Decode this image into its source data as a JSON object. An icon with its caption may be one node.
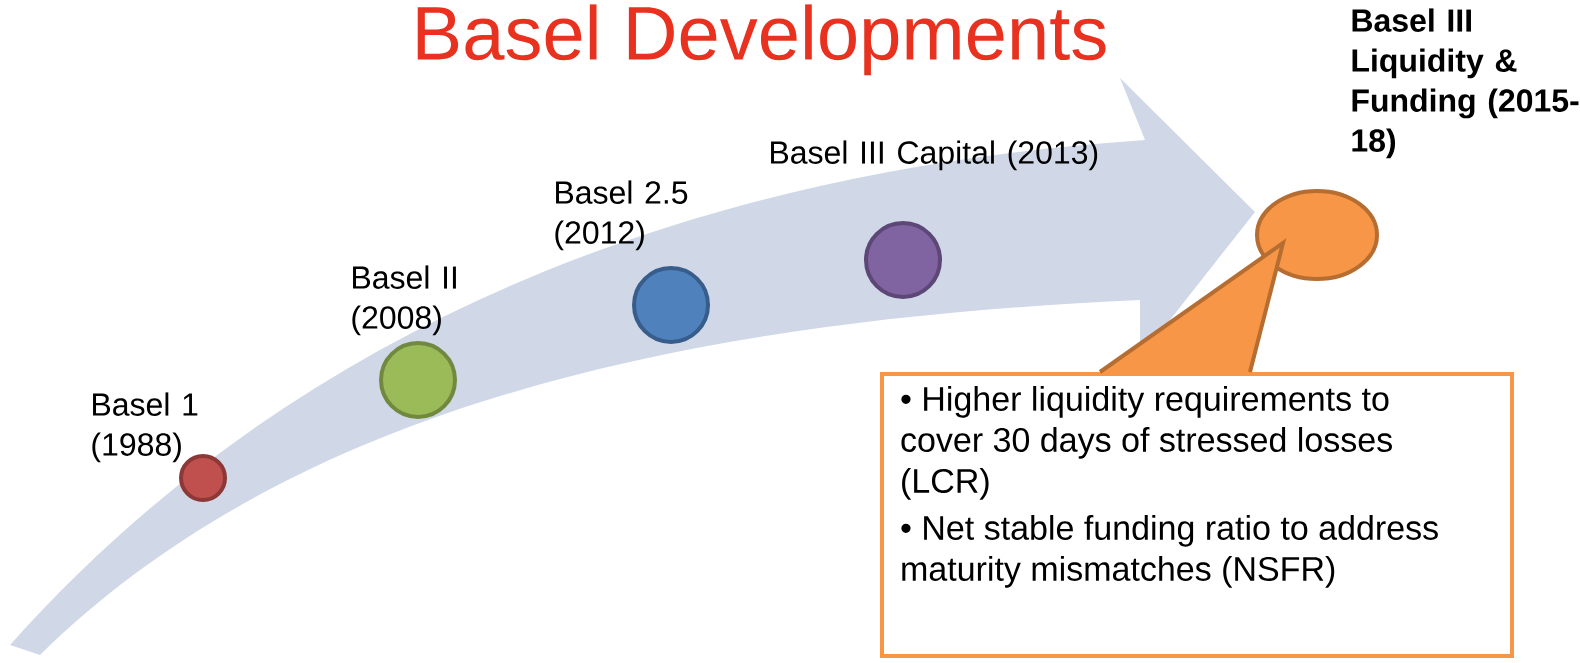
{
  "diagram": {
    "title": "Basel Developments",
    "nodes": [
      {
        "text": [],
        "shape": "circle",
        "beside": [
          "Basel 1 (1988)"
        ]
      },
      {
        "text": [],
        "shape": "circle",
        "beside": [
          "Basel II (2008)"
        ]
      },
      {
        "text": [],
        "shape": "circle",
        "beside": [
          "Basel 2.5 (2012)"
        ]
      },
      {
        "text": [],
        "shape": "circle",
        "beside": [
          "Basel III Capital (2013)"
        ]
      },
      {
        "text": [],
        "shape": "circle",
        "beside": [
          "Basel III Liquidity & Funding (2015-18)"
        ]
      },
      {
        "text": [
          "• Higher liquidity requirements to cover 30 days of stressed losses (LCR)",
          "• Net stable funding ratio to address maturity mismatches (NSFR)"
        ]
      }
    ]
  }
}
